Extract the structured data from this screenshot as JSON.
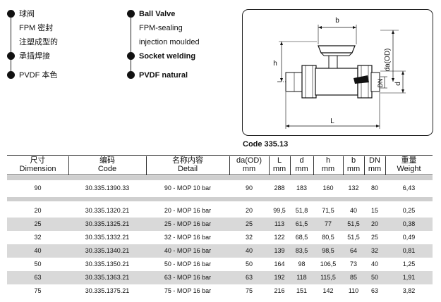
{
  "features_cn": [
    "球阀",
    "FPM 密封",
    "注塑成型的",
    "承插焊接",
    "PVDF 本色"
  ],
  "features_en": [
    "Ball Valve",
    "FPM-sealing",
    "injection moulded",
    "Socket welding",
    "PVDF natural"
  ],
  "drawing": {
    "labels": {
      "b": "b",
      "h": "h",
      "da": "da(OD)",
      "dn": "DN",
      "d": "d",
      "l": "L"
    },
    "code": "Code 335.13"
  },
  "table": {
    "columns": [
      {
        "cn": "尺寸",
        "en": "Dimension"
      },
      {
        "cn": "编码",
        "en": "Code"
      },
      {
        "cn": "名称内容",
        "en": "Detail"
      },
      {
        "cn": "da(OD)",
        "en": "mm"
      },
      {
        "cn": "L",
        "en": "mm"
      },
      {
        "cn": "d",
        "en": "mm"
      },
      {
        "cn": "h",
        "en": "mm"
      },
      {
        "cn": "b",
        "en": "mm"
      },
      {
        "cn": "DN",
        "en": "mm"
      },
      {
        "cn": "重量",
        "en": "Weight"
      }
    ],
    "group1": [
      [
        "90",
        "30.335.1390.33",
        "90 - MOP 10 bar",
        "90",
        "288",
        "183",
        "160",
        "132",
        "80",
        "6,43"
      ]
    ],
    "group2": [
      [
        "20",
        "30.335.1320.21",
        "20 - MOP 16 bar",
        "20",
        "99,5",
        "51,8",
        "71,5",
        "40",
        "15",
        "0,25"
      ],
      [
        "25",
        "30.335.1325.21",
        "25 - MOP 16 bar",
        "25",
        "113",
        "61,5",
        "77",
        "51,5",
        "20",
        "0,38"
      ],
      [
        "32",
        "30.335.1332.21",
        "32 - MOP 16 bar",
        "32",
        "122",
        "68,5",
        "80,5",
        "51,5",
        "25",
        "0,49"
      ],
      [
        "40",
        "30.335.1340.21",
        "40 - MOP 16 bar",
        "40",
        "139",
        "83,5",
        "98,5",
        "64",
        "32",
        "0,81"
      ],
      [
        "50",
        "30.335.1350.21",
        "50 - MOP 16 bar",
        "50",
        "164",
        "98",
        "106,5",
        "73",
        "40",
        "1,25"
      ],
      [
        "63",
        "30.335.1363.21",
        "63 - MOP 16 bar",
        "63",
        "192",
        "118",
        "115,5",
        "85",
        "50",
        "1,91"
      ],
      [
        "75",
        "30.335.1375.21",
        "75 - MOP 16 bar",
        "75",
        "216",
        "151",
        "142",
        "110",
        "63",
        "3,82"
      ]
    ]
  }
}
